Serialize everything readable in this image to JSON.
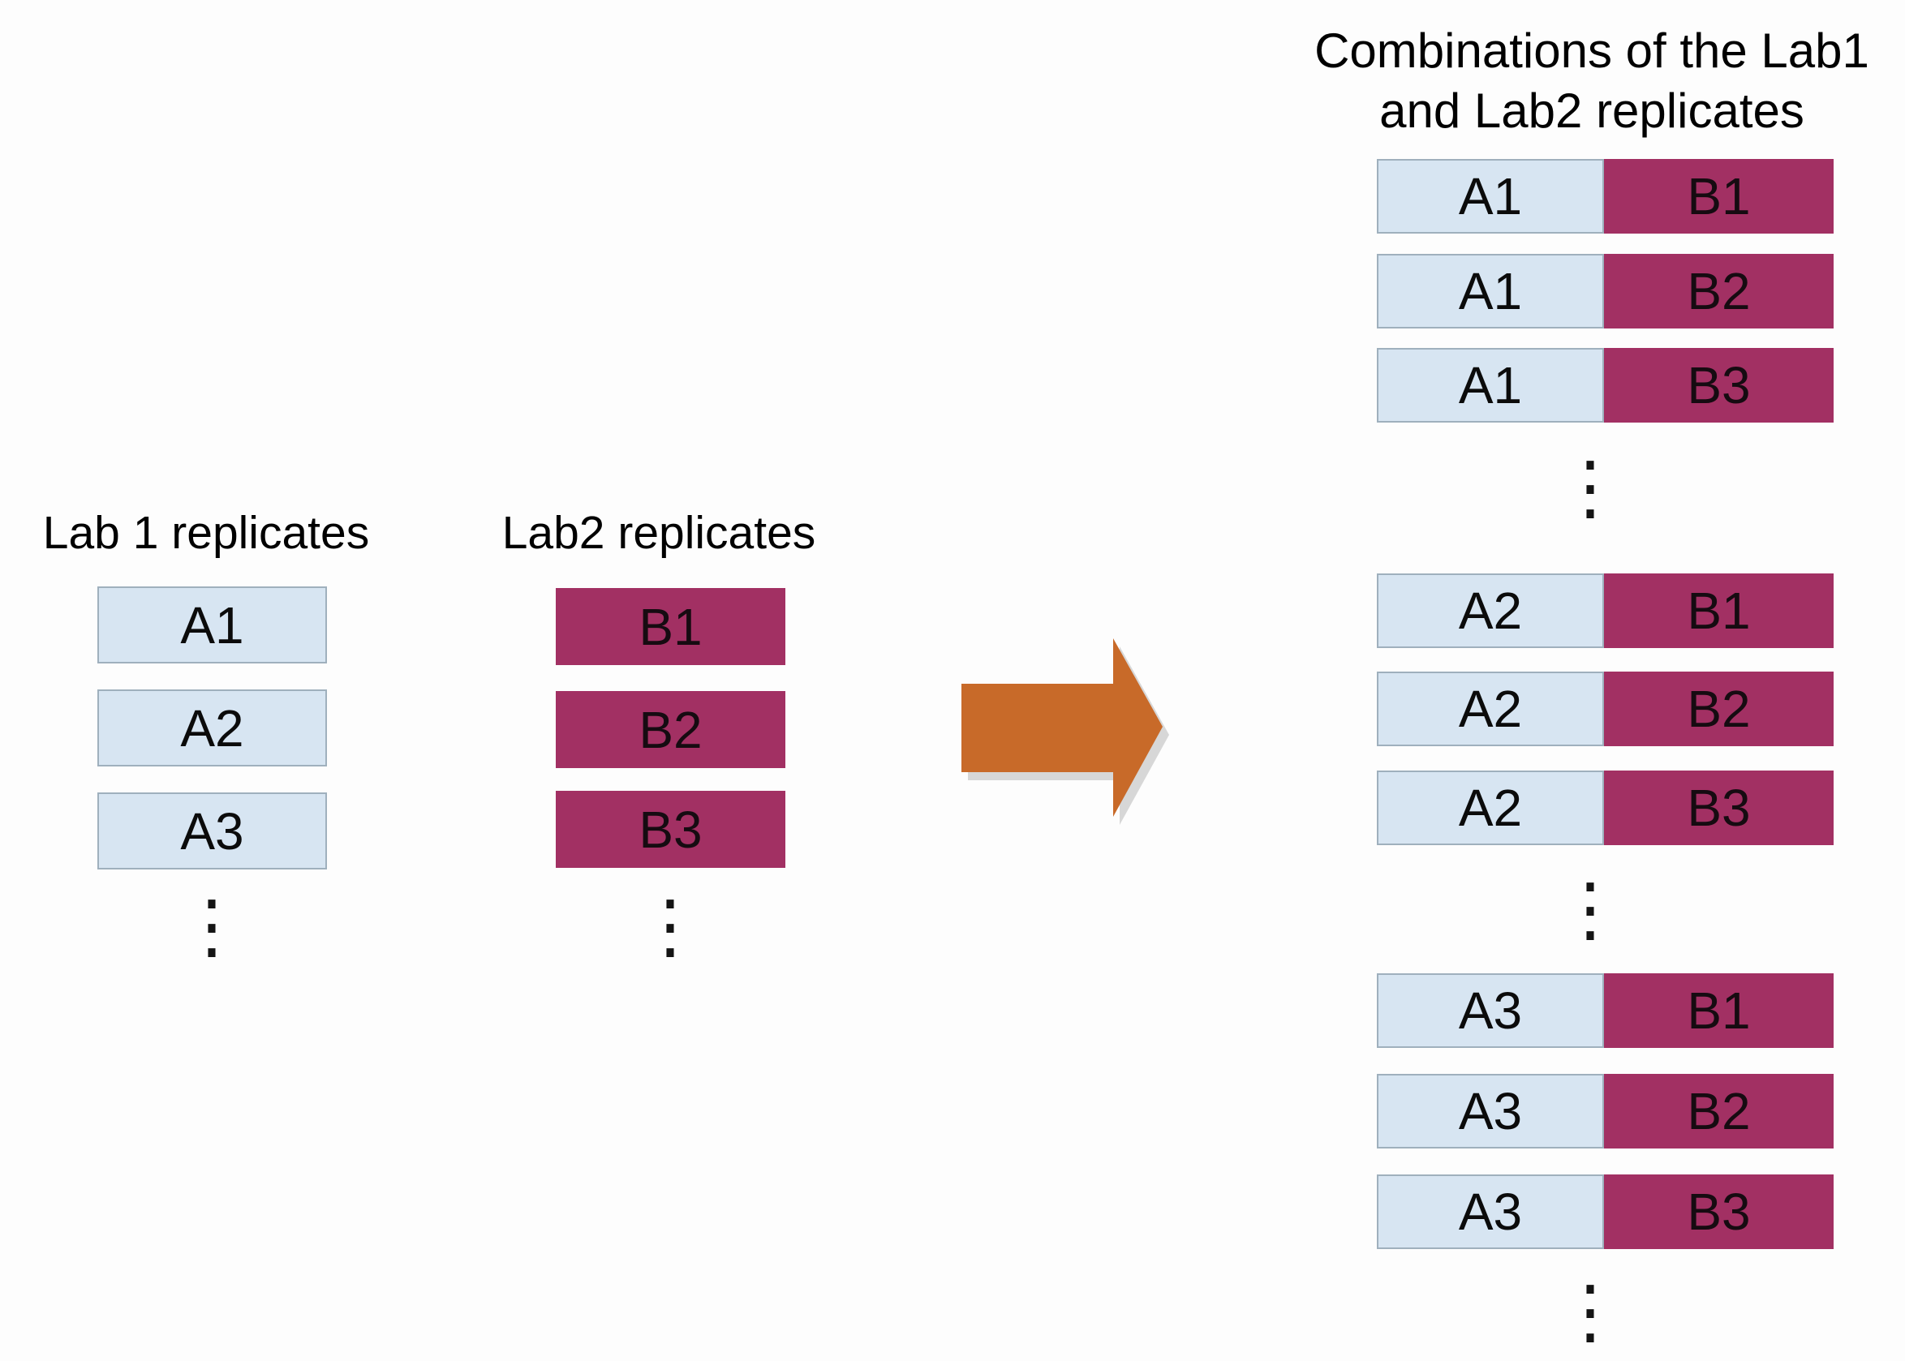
{
  "colors": {
    "background": "#fdfdfd",
    "lab1_box_bg": "#d7e5f2",
    "lab1_box_border": "#9fb0bd",
    "lab2_box_bg": "#a23063",
    "arrow": "#c86a29",
    "arrow_shadow": "#a8a8a8",
    "text": "#000000"
  },
  "glyphs": {
    "vertical_ellipsis": "⋮"
  },
  "lab1": {
    "title": "Lab 1 replicates",
    "items": [
      "A1",
      "A2",
      "A3"
    ]
  },
  "lab2": {
    "title": "Lab2 replicates",
    "items": [
      "B1",
      "B2",
      "B3"
    ]
  },
  "combinations": {
    "title_line1": "Combinations of the Lab1",
    "title_line2": "and Lab2 replicates",
    "groups": [
      {
        "rows": [
          {
            "a": "A1",
            "b": "B1"
          },
          {
            "a": "A1",
            "b": "B2"
          },
          {
            "a": "A1",
            "b": "B3"
          }
        ]
      },
      {
        "rows": [
          {
            "a": "A2",
            "b": "B1"
          },
          {
            "a": "A2",
            "b": "B2"
          },
          {
            "a": "A2",
            "b": "B3"
          }
        ]
      },
      {
        "rows": [
          {
            "a": "A3",
            "b": "B1"
          },
          {
            "a": "A3",
            "b": "B2"
          },
          {
            "a": "A3",
            "b": "B3"
          }
        ]
      }
    ]
  }
}
